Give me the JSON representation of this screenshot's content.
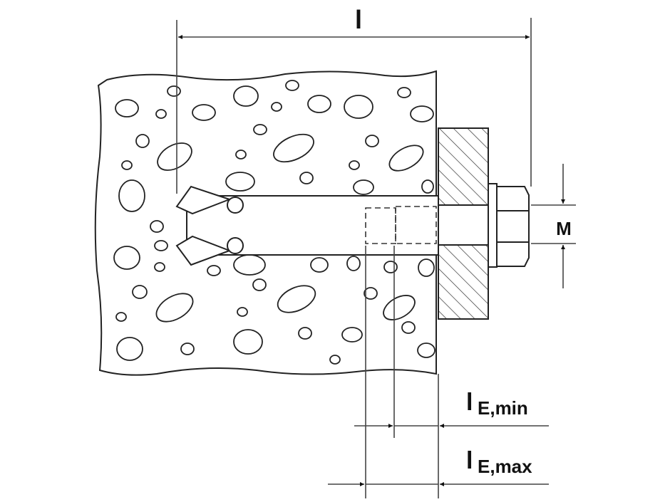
{
  "labels": {
    "length": "l",
    "thread": "M",
    "le_min_main": "l",
    "le_min_sub": "E,min",
    "le_max_main": "l",
    "le_max_sub": "E,max"
  },
  "colors": {
    "line": "#222222",
    "dim": "#555555",
    "background": "#ffffff"
  }
}
